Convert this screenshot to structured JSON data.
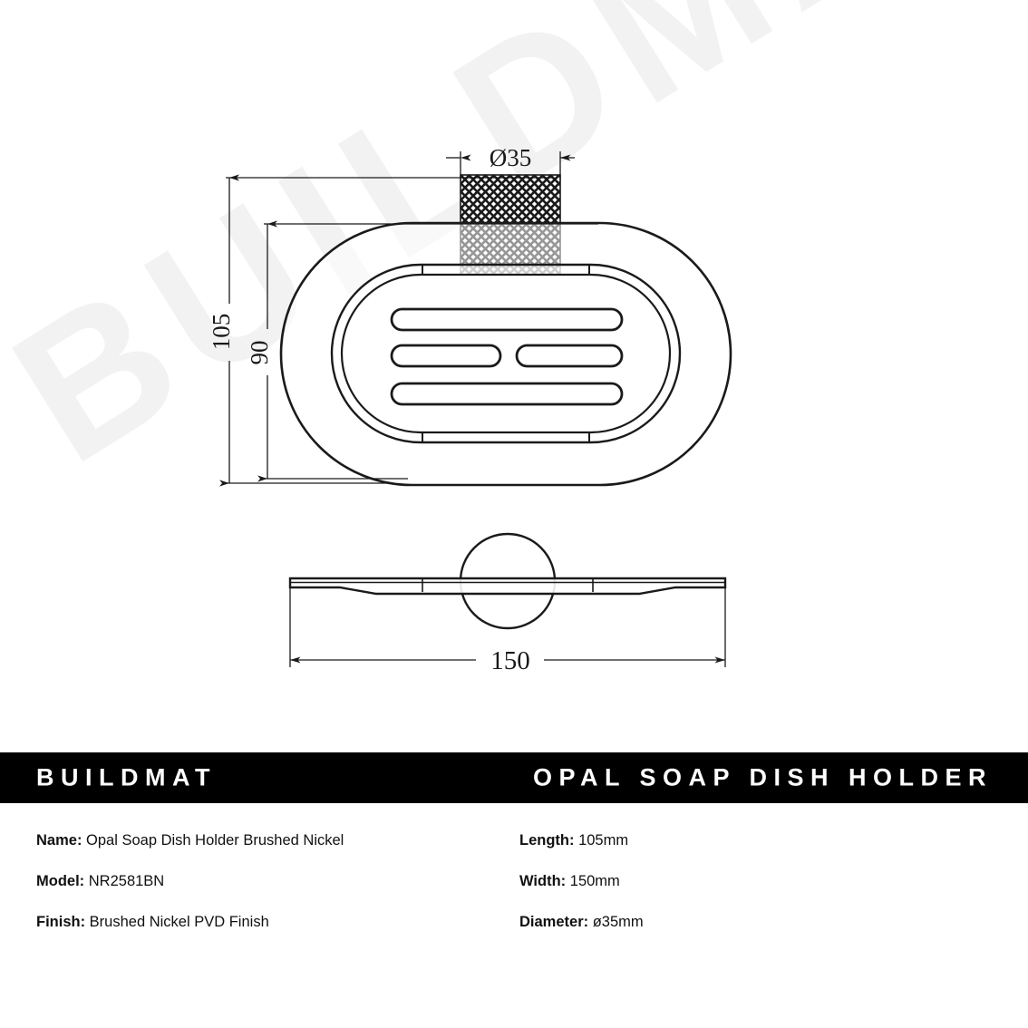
{
  "watermark": {
    "text": "BUILDMAT"
  },
  "banner": {
    "brand": "BUILDMAT",
    "title": "OPAL SOAP DISH HOLDER"
  },
  "specs": {
    "left": [
      {
        "label": "Name:",
        "value": "Opal Soap Dish Holder Brushed Nickel"
      },
      {
        "label": "Model:",
        "value": "NR2581BN"
      },
      {
        "label": "Finish:",
        "value": "Brushed Nickel PVD Finish"
      }
    ],
    "right": [
      {
        "label": "Length:",
        "value": "105mm"
      },
      {
        "label": "Width:",
        "value": "150mm"
      },
      {
        "label": "Diameter:",
        "value": "ø35mm"
      }
    ]
  },
  "drawing": {
    "dimensions": {
      "diameter_top": "Ø35",
      "height_outer": "105",
      "height_inner": "90",
      "width_bottom": "150"
    },
    "views": {
      "plan_label": "plan-view",
      "elevation_label": "side-elevation-view"
    },
    "colors": {
      "line": "#1a1a1a",
      "dimension_line": "#1a1a1a",
      "watermark": "#f2f2f2",
      "banner_bg": "#000000",
      "banner_text": "#ffffff"
    }
  }
}
